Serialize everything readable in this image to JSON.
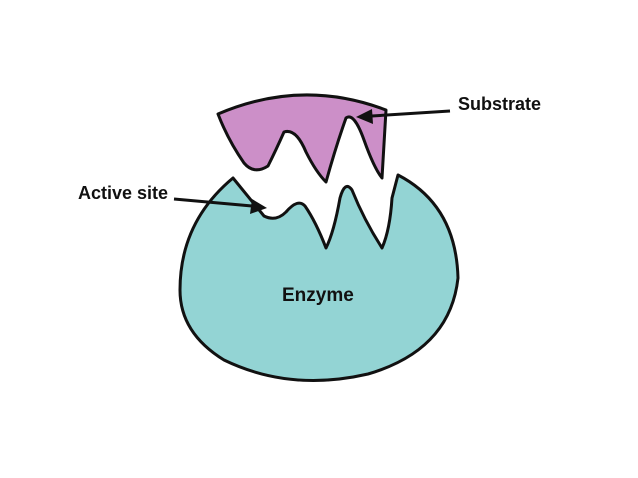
{
  "labels": {
    "substrate": "Substrate",
    "active_site": "Active site",
    "enzyme": "Enzyme"
  },
  "colors": {
    "enzyme_fill": "#93D4D4",
    "substrate_fill": "#CC8FC8",
    "outline": "#111111",
    "background": "#FFFFFF"
  }
}
